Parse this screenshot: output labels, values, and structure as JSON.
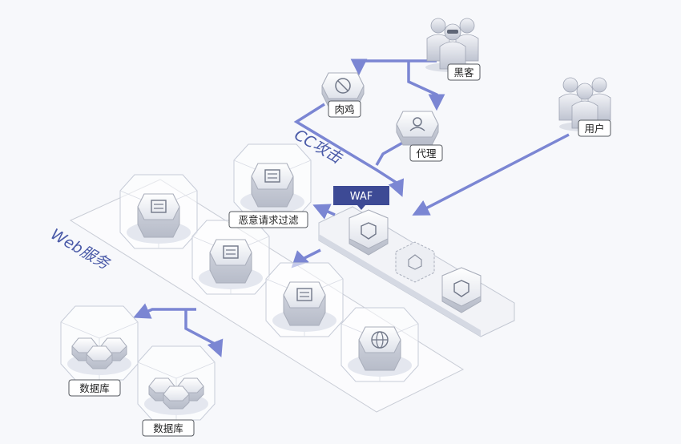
{
  "labels": {
    "hacker": "黑客",
    "user": "用户",
    "zombie": "肉鸡",
    "proxy": "代理",
    "cc_attack": "CC攻击",
    "waf": "WAF",
    "filter": "恶意请求过滤",
    "web_service": "Web服务",
    "database_1": "数据库",
    "database_2": "数据库"
  },
  "colors": {
    "arrow": "#7b86d3",
    "accent": "#3d4a95",
    "box_border": "#c7ccd8",
    "label_border": "#55595f"
  },
  "icons": [
    "hacker-figure-icon",
    "user-figure-icon",
    "zombie-icon",
    "proxy-icon",
    "waf-shield-icon",
    "cloud-shield-icon",
    "server-icon",
    "globe-icon",
    "database-icon"
  ]
}
